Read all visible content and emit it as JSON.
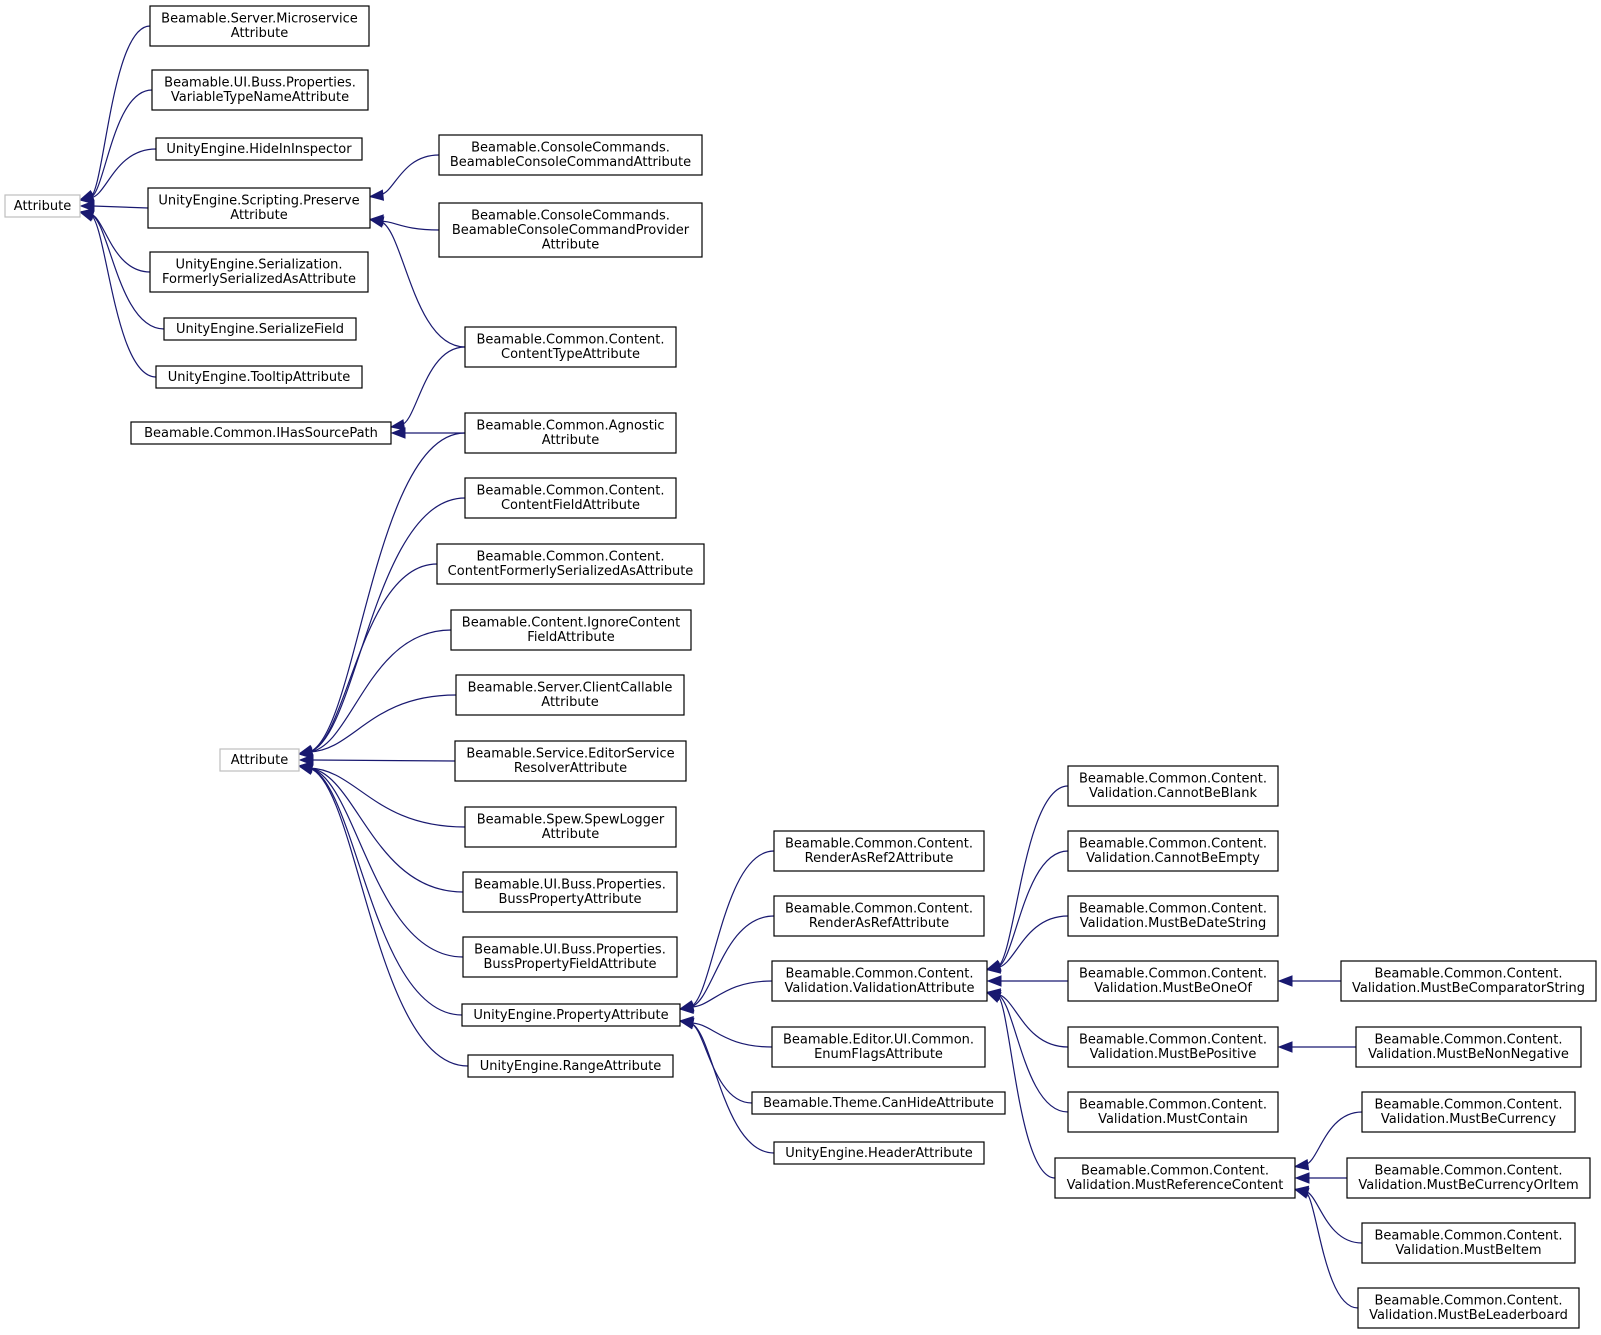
{
  "diagram": {
    "type": "class-inheritance-graph",
    "nodes": [
      {
        "id": "attr1",
        "lines": [
          "Attribute"
        ],
        "external": true
      },
      {
        "id": "microservice",
        "lines": [
          "Beamable.Server.Microservice",
          "Attribute"
        ]
      },
      {
        "id": "variabletype",
        "lines": [
          "Beamable.UI.Buss.Properties.",
          "VariableTypeNameAttribute"
        ]
      },
      {
        "id": "hideininspector",
        "lines": [
          "UnityEngine.HideInInspector"
        ]
      },
      {
        "id": "preserve",
        "lines": [
          "UnityEngine.Scripting.Preserve",
          "Attribute"
        ]
      },
      {
        "id": "formerly",
        "lines": [
          "UnityEngine.Serialization.",
          "FormerlySerializedAsAttribute"
        ]
      },
      {
        "id": "serializefield",
        "lines": [
          "UnityEngine.SerializeField"
        ]
      },
      {
        "id": "tooltip",
        "lines": [
          "UnityEngine.TooltipAttribute"
        ]
      },
      {
        "id": "consolecmd",
        "lines": [
          "Beamable.ConsoleCommands.",
          "BeamableConsoleCommandAttribute"
        ]
      },
      {
        "id": "consolecmdprov",
        "lines": [
          "Beamable.ConsoleCommands.",
          "BeamableConsoleCommandProvider",
          "Attribute"
        ]
      },
      {
        "id": "contenttype",
        "lines": [
          "Beamable.Common.Content.",
          "ContentTypeAttribute"
        ]
      },
      {
        "id": "ihassourcepath",
        "lines": [
          "Beamable.Common.IHasSourcePath"
        ]
      },
      {
        "id": "agnostic",
        "lines": [
          "Beamable.Common.Agnostic",
          "Attribute"
        ]
      },
      {
        "id": "attr2",
        "lines": [
          "Attribute"
        ],
        "external": true
      },
      {
        "id": "contentfield",
        "lines": [
          "Beamable.Common.Content.",
          "ContentFieldAttribute"
        ]
      },
      {
        "id": "contentformerly",
        "lines": [
          "Beamable.Common.Content.",
          "ContentFormerlySerializedAsAttribute"
        ]
      },
      {
        "id": "ignorecontent",
        "lines": [
          "Beamable.Content.IgnoreContent",
          "FieldAttribute"
        ]
      },
      {
        "id": "clientcallable",
        "lines": [
          "Beamable.Server.ClientCallable",
          "Attribute"
        ]
      },
      {
        "id": "editorservice",
        "lines": [
          "Beamable.Service.EditorService",
          "ResolverAttribute"
        ]
      },
      {
        "id": "spewlogger",
        "lines": [
          "Beamable.Spew.SpewLogger",
          "Attribute"
        ]
      },
      {
        "id": "bussproperty",
        "lines": [
          "Beamable.UI.Buss.Properties.",
          "BussPropertyAttribute"
        ]
      },
      {
        "id": "busspropertyfield",
        "lines": [
          "Beamable.UI.Buss.Properties.",
          "BussPropertyFieldAttribute"
        ]
      },
      {
        "id": "propertyattr",
        "lines": [
          "UnityEngine.PropertyAttribute"
        ]
      },
      {
        "id": "rangeattr",
        "lines": [
          "UnityEngine.RangeAttribute"
        ]
      },
      {
        "id": "renderasref2",
        "lines": [
          "Beamable.Common.Content.",
          "RenderAsRef2Attribute"
        ]
      },
      {
        "id": "renderasref",
        "lines": [
          "Beamable.Common.Content.",
          "RenderAsRefAttribute"
        ]
      },
      {
        "id": "validation",
        "lines": [
          "Beamable.Common.Content.",
          "Validation.ValidationAttribute"
        ]
      },
      {
        "id": "enumflags",
        "lines": [
          "Beamable.Editor.UI.Common.",
          "EnumFlagsAttribute"
        ]
      },
      {
        "id": "canhide",
        "lines": [
          "Beamable.Theme.CanHideAttribute"
        ]
      },
      {
        "id": "header",
        "lines": [
          "UnityEngine.HeaderAttribute"
        ]
      },
      {
        "id": "cannotbeblank",
        "lines": [
          "Beamable.Common.Content.",
          "Validation.CannotBeBlank"
        ]
      },
      {
        "id": "cannotbeempty",
        "lines": [
          "Beamable.Common.Content.",
          "Validation.CannotBeEmpty"
        ]
      },
      {
        "id": "mustbedatestring",
        "lines": [
          "Beamable.Common.Content.",
          "Validation.MustBeDateString"
        ]
      },
      {
        "id": "mustbeoneof",
        "lines": [
          "Beamable.Common.Content.",
          "Validation.MustBeOneOf"
        ]
      },
      {
        "id": "mustbepositive",
        "lines": [
          "Beamable.Common.Content.",
          "Validation.MustBePositive"
        ]
      },
      {
        "id": "mustcontain",
        "lines": [
          "Beamable.Common.Content.",
          "Validation.MustContain"
        ]
      },
      {
        "id": "mustreference",
        "lines": [
          "Beamable.Common.Content.",
          "Validation.MustReferenceContent"
        ]
      },
      {
        "id": "mustbecomparator",
        "lines": [
          "Beamable.Common.Content.",
          "Validation.MustBeComparatorString"
        ]
      },
      {
        "id": "mustbenonnegative",
        "lines": [
          "Beamable.Common.Content.",
          "Validation.MustBeNonNegative"
        ]
      },
      {
        "id": "mustbecurrency",
        "lines": [
          "Beamable.Common.Content.",
          "Validation.MustBeCurrency"
        ]
      },
      {
        "id": "mustbecurrencyoritem",
        "lines": [
          "Beamable.Common.Content.",
          "Validation.MustBeCurrencyOrItem"
        ]
      },
      {
        "id": "mustbeitem",
        "lines": [
          "Beamable.Common.Content.",
          "Validation.MustBeItem"
        ]
      },
      {
        "id": "mustbeleaderboard",
        "lines": [
          "Beamable.Common.Content.",
          "Validation.MustBeLeaderboard"
        ]
      }
    ],
    "edges": [
      {
        "parent": "attr1",
        "child": "microservice"
      },
      {
        "parent": "attr1",
        "child": "variabletype"
      },
      {
        "parent": "attr1",
        "child": "hideininspector"
      },
      {
        "parent": "attr1",
        "child": "preserve"
      },
      {
        "parent": "attr1",
        "child": "formerly"
      },
      {
        "parent": "attr1",
        "child": "serializefield"
      },
      {
        "parent": "attr1",
        "child": "tooltip"
      },
      {
        "parent": "preserve",
        "child": "consolecmd"
      },
      {
        "parent": "preserve",
        "child": "consolecmdprov"
      },
      {
        "parent": "preserve",
        "child": "contenttype"
      },
      {
        "parent": "ihassourcepath",
        "child": "contenttype"
      },
      {
        "parent": "ihassourcepath",
        "child": "agnostic"
      },
      {
        "parent": "attr2",
        "child": "agnostic"
      },
      {
        "parent": "attr2",
        "child": "contentfield"
      },
      {
        "parent": "attr2",
        "child": "contentformerly"
      },
      {
        "parent": "attr2",
        "child": "ignorecontent"
      },
      {
        "parent": "attr2",
        "child": "clientcallable"
      },
      {
        "parent": "attr2",
        "child": "editorservice"
      },
      {
        "parent": "attr2",
        "child": "spewlogger"
      },
      {
        "parent": "attr2",
        "child": "bussproperty"
      },
      {
        "parent": "attr2",
        "child": "busspropertyfield"
      },
      {
        "parent": "attr2",
        "child": "propertyattr"
      },
      {
        "parent": "attr2",
        "child": "rangeattr"
      },
      {
        "parent": "propertyattr",
        "child": "renderasref2"
      },
      {
        "parent": "propertyattr",
        "child": "renderasref"
      },
      {
        "parent": "propertyattr",
        "child": "validation"
      },
      {
        "parent": "propertyattr",
        "child": "enumflags"
      },
      {
        "parent": "propertyattr",
        "child": "canhide"
      },
      {
        "parent": "propertyattr",
        "child": "header"
      },
      {
        "parent": "validation",
        "child": "cannotbeblank"
      },
      {
        "parent": "validation",
        "child": "cannotbeempty"
      },
      {
        "parent": "validation",
        "child": "mustbedatestring"
      },
      {
        "parent": "validation",
        "child": "mustbeoneof"
      },
      {
        "parent": "validation",
        "child": "mustbepositive"
      },
      {
        "parent": "validation",
        "child": "mustcontain"
      },
      {
        "parent": "validation",
        "child": "mustreference"
      },
      {
        "parent": "mustbeoneof",
        "child": "mustbecomparator"
      },
      {
        "parent": "mustbepositive",
        "child": "mustbenonnegative"
      },
      {
        "parent": "mustreference",
        "child": "mustbecurrency"
      },
      {
        "parent": "mustreference",
        "child": "mustbecurrencyoritem"
      },
      {
        "parent": "mustreference",
        "child": "mustbeitem"
      },
      {
        "parent": "mustreference",
        "child": "mustbeleaderboard"
      }
    ]
  }
}
